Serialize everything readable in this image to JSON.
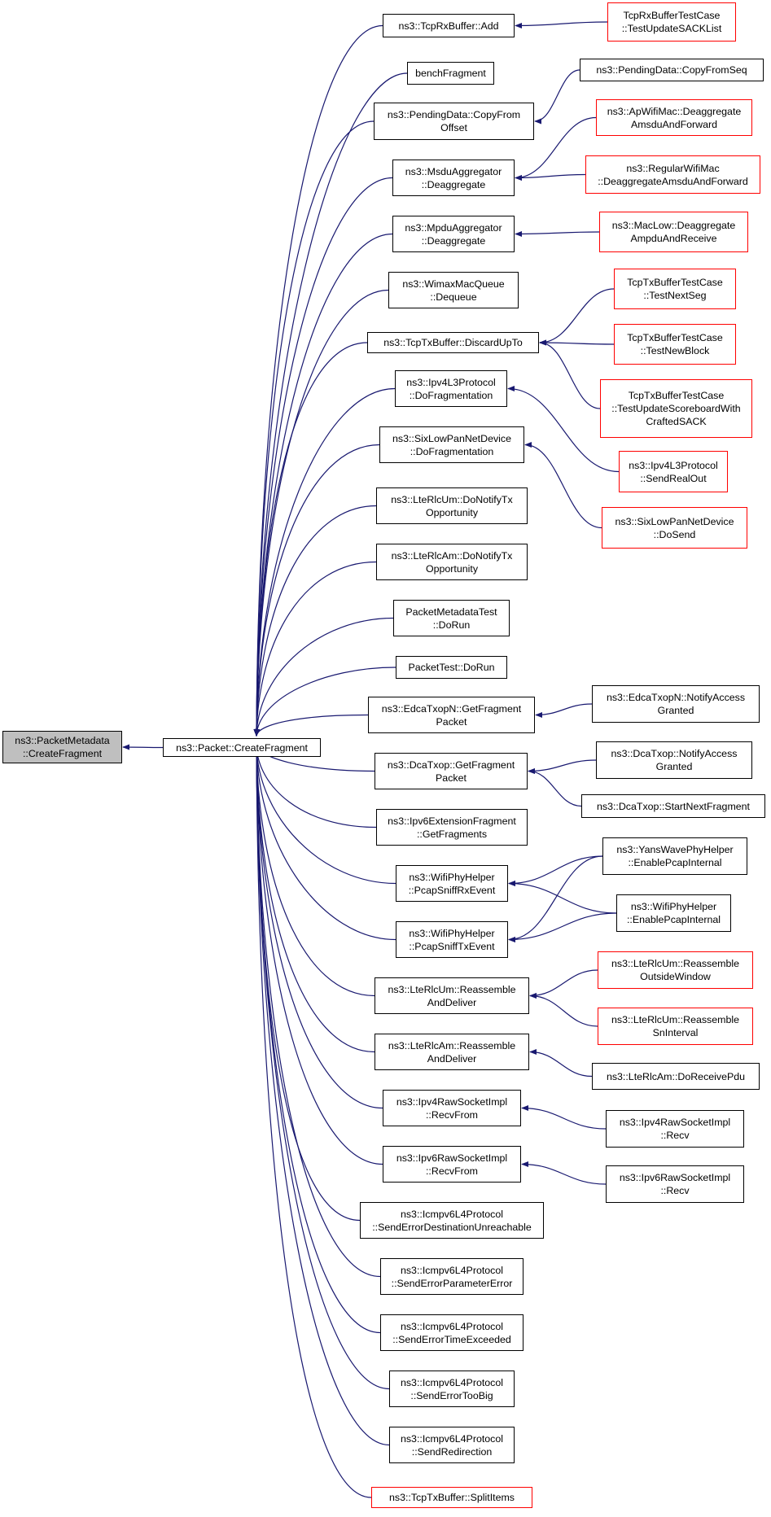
{
  "colors": {
    "edge": "#191970",
    "node_border": "#000000",
    "truncated_border": "#ff0000",
    "focus_fill": "#bfbfbf"
  },
  "nodes": {
    "root": {
      "lines": [
        "ns3::PacketMetadata",
        "::CreateFragment"
      ],
      "style": "focus"
    },
    "create": {
      "lines": [
        "ns3::Packet::CreateFragment"
      ]
    },
    "l1_0": {
      "lines": [
        "ns3::TcpRxBuffer::Add"
      ]
    },
    "l1_1": {
      "lines": [
        "benchFragment"
      ]
    },
    "l1_2": {
      "lines": [
        "ns3::PendingData::CopyFrom",
        "Offset"
      ]
    },
    "l1_3": {
      "lines": [
        "ns3::MsduAggregator",
        "::Deaggregate"
      ]
    },
    "l1_4": {
      "lines": [
        "ns3::MpduAggregator",
        "::Deaggregate"
      ]
    },
    "l1_5": {
      "lines": [
        "ns3::WimaxMacQueue",
        "::Dequeue"
      ]
    },
    "l1_6": {
      "lines": [
        "ns3::TcpTxBuffer::DiscardUpTo"
      ]
    },
    "l1_7": {
      "lines": [
        "ns3::Ipv4L3Protocol",
        "::DoFragmentation"
      ]
    },
    "l1_8": {
      "lines": [
        "ns3::SixLowPanNetDevice",
        "::DoFragmentation"
      ]
    },
    "l1_9": {
      "lines": [
        "ns3::LteRlcUm::DoNotifyTx",
        "Opportunity"
      ]
    },
    "l1_10": {
      "lines": [
        "ns3::LteRlcAm::DoNotifyTx",
        "Opportunity"
      ]
    },
    "l1_11": {
      "lines": [
        "PacketMetadataTest",
        "::DoRun"
      ]
    },
    "l1_12": {
      "lines": [
        "PacketTest::DoRun"
      ]
    },
    "l1_13": {
      "lines": [
        "ns3::EdcaTxopN::GetFragment",
        "Packet"
      ]
    },
    "l1_14": {
      "lines": [
        "ns3::DcaTxop::GetFragment",
        "Packet"
      ]
    },
    "l1_15": {
      "lines": [
        "ns3::Ipv6ExtensionFragment",
        "::GetFragments"
      ]
    },
    "l1_16": {
      "lines": [
        "ns3::WifiPhyHelper",
        "::PcapSniffRxEvent"
      ]
    },
    "l1_17": {
      "lines": [
        "ns3::WifiPhyHelper",
        "::PcapSniffTxEvent"
      ]
    },
    "l1_18": {
      "lines": [
        "ns3::LteRlcUm::Reassemble",
        "AndDeliver"
      ]
    },
    "l1_19": {
      "lines": [
        "ns3::LteRlcAm::Reassemble",
        "AndDeliver"
      ]
    },
    "l1_20": {
      "lines": [
        "ns3::Ipv4RawSocketImpl",
        "::RecvFrom"
      ]
    },
    "l1_21": {
      "lines": [
        "ns3::Ipv6RawSocketImpl",
        "::RecvFrom"
      ]
    },
    "l1_22": {
      "lines": [
        "ns3::Icmpv6L4Protocol",
        "::SendErrorDestinationUnreachable"
      ]
    },
    "l1_23": {
      "lines": [
        "ns3::Icmpv6L4Protocol",
        "::SendErrorParameterError"
      ]
    },
    "l1_24": {
      "lines": [
        "ns3::Icmpv6L4Protocol",
        "::SendErrorTimeExceeded"
      ]
    },
    "l1_25": {
      "lines": [
        "ns3::Icmpv6L4Protocol",
        "::SendErrorTooBig"
      ]
    },
    "l1_26": {
      "lines": [
        "ns3::Icmpv6L4Protocol",
        "::SendRedirection"
      ]
    },
    "l1_27": {
      "lines": [
        "ns3::TcpTxBuffer::SplitItems"
      ],
      "style": "truncated"
    },
    "l2_0": {
      "lines": [
        "TcpRxBufferTestCase",
        "::TestUpdateSACKList"
      ],
      "style": "truncated"
    },
    "l2_1": {
      "lines": [
        "ns3::PendingData::CopyFromSeq"
      ]
    },
    "l2_2": {
      "lines": [
        "ns3::ApWifiMac::Deaggregate",
        "AmsduAndForward"
      ],
      "style": "truncated"
    },
    "l2_3": {
      "lines": [
        "ns3::RegularWifiMac",
        "::DeaggregateAmsduAndForward"
      ],
      "style": "truncated"
    },
    "l2_4": {
      "lines": [
        "ns3::MacLow::Deaggregate",
        "AmpduAndReceive"
      ],
      "style": "truncated"
    },
    "l2_5": {
      "lines": [
        "TcpTxBufferTestCase",
        "::TestNextSeg"
      ],
      "style": "truncated"
    },
    "l2_6": {
      "lines": [
        "TcpTxBufferTestCase",
        "::TestNewBlock"
      ],
      "style": "truncated"
    },
    "l2_7": {
      "lines": [
        "TcpTxBufferTestCase",
        "::TestUpdateScoreboardWith",
        "CraftedSACK"
      ],
      "style": "truncated"
    },
    "l2_8": {
      "lines": [
        "ns3::Ipv4L3Protocol",
        "::SendRealOut"
      ],
      "style": "truncated"
    },
    "l2_9": {
      "lines": [
        "ns3::SixLowPanNetDevice",
        "::DoSend"
      ],
      "style": "truncated"
    },
    "l2_10": {
      "lines": [
        "ns3::EdcaTxopN::NotifyAccess",
        "Granted"
      ]
    },
    "l2_11": {
      "lines": [
        "ns3::DcaTxop::NotifyAccess",
        "Granted"
      ]
    },
    "l2_12": {
      "lines": [
        "ns3::DcaTxop::StartNextFragment"
      ]
    },
    "l2_13": {
      "lines": [
        "ns3::YansWavePhyHelper",
        "::EnablePcapInternal"
      ]
    },
    "l2_14": {
      "lines": [
        "ns3::WifiPhyHelper",
        "::EnablePcapInternal"
      ]
    },
    "l2_15": {
      "lines": [
        "ns3::LteRlcUm::Reassemble",
        "OutsideWindow"
      ],
      "style": "truncated"
    },
    "l2_16": {
      "lines": [
        "ns3::LteRlcUm::Reassemble",
        "SnInterval"
      ],
      "style": "truncated"
    },
    "l2_17": {
      "lines": [
        "ns3::LteRlcAm::DoReceivePdu"
      ]
    },
    "l2_18": {
      "lines": [
        "ns3::Ipv4RawSocketImpl",
        "::Recv"
      ]
    },
    "l2_19": {
      "lines": [
        "ns3::Ipv6RawSocketImpl",
        "::Recv"
      ]
    }
  },
  "edges": [
    [
      "create",
      "root"
    ],
    [
      "l1_0",
      "create"
    ],
    [
      "l1_1",
      "create"
    ],
    [
      "l1_2",
      "create"
    ],
    [
      "l1_3",
      "create"
    ],
    [
      "l1_4",
      "create"
    ],
    [
      "l1_5",
      "create"
    ],
    [
      "l1_6",
      "create"
    ],
    [
      "l1_7",
      "create"
    ],
    [
      "l1_8",
      "create"
    ],
    [
      "l1_9",
      "create"
    ],
    [
      "l1_10",
      "create"
    ],
    [
      "l1_11",
      "create"
    ],
    [
      "l1_12",
      "create"
    ],
    [
      "l1_13",
      "create"
    ],
    [
      "l1_14",
      "create"
    ],
    [
      "l1_15",
      "create"
    ],
    [
      "l1_16",
      "create"
    ],
    [
      "l1_17",
      "create"
    ],
    [
      "l1_18",
      "create"
    ],
    [
      "l1_19",
      "create"
    ],
    [
      "l1_20",
      "create"
    ],
    [
      "l1_21",
      "create"
    ],
    [
      "l1_22",
      "create"
    ],
    [
      "l1_23",
      "create"
    ],
    [
      "l1_24",
      "create"
    ],
    [
      "l1_25",
      "create"
    ],
    [
      "l1_26",
      "create"
    ],
    [
      "l1_27",
      "create"
    ],
    [
      "l2_0",
      "l1_0"
    ],
    [
      "l2_1",
      "l1_2"
    ],
    [
      "l2_2",
      "l1_3"
    ],
    [
      "l2_3",
      "l1_3"
    ],
    [
      "l2_4",
      "l1_4"
    ],
    [
      "l2_5",
      "l1_6"
    ],
    [
      "l2_6",
      "l1_6"
    ],
    [
      "l2_7",
      "l1_6"
    ],
    [
      "l2_8",
      "l1_7"
    ],
    [
      "l2_9",
      "l1_8"
    ],
    [
      "l2_10",
      "l1_13"
    ],
    [
      "l2_11",
      "l1_14"
    ],
    [
      "l2_12",
      "l1_14"
    ],
    [
      "l2_13",
      "l1_16"
    ],
    [
      "l2_14",
      "l1_16"
    ],
    [
      "l2_13",
      "l1_17"
    ],
    [
      "l2_14",
      "l1_17"
    ],
    [
      "l2_15",
      "l1_18"
    ],
    [
      "l2_16",
      "l1_18"
    ],
    [
      "l2_17",
      "l1_19"
    ],
    [
      "l2_18",
      "l1_20"
    ],
    [
      "l2_19",
      "l1_21"
    ]
  ]
}
